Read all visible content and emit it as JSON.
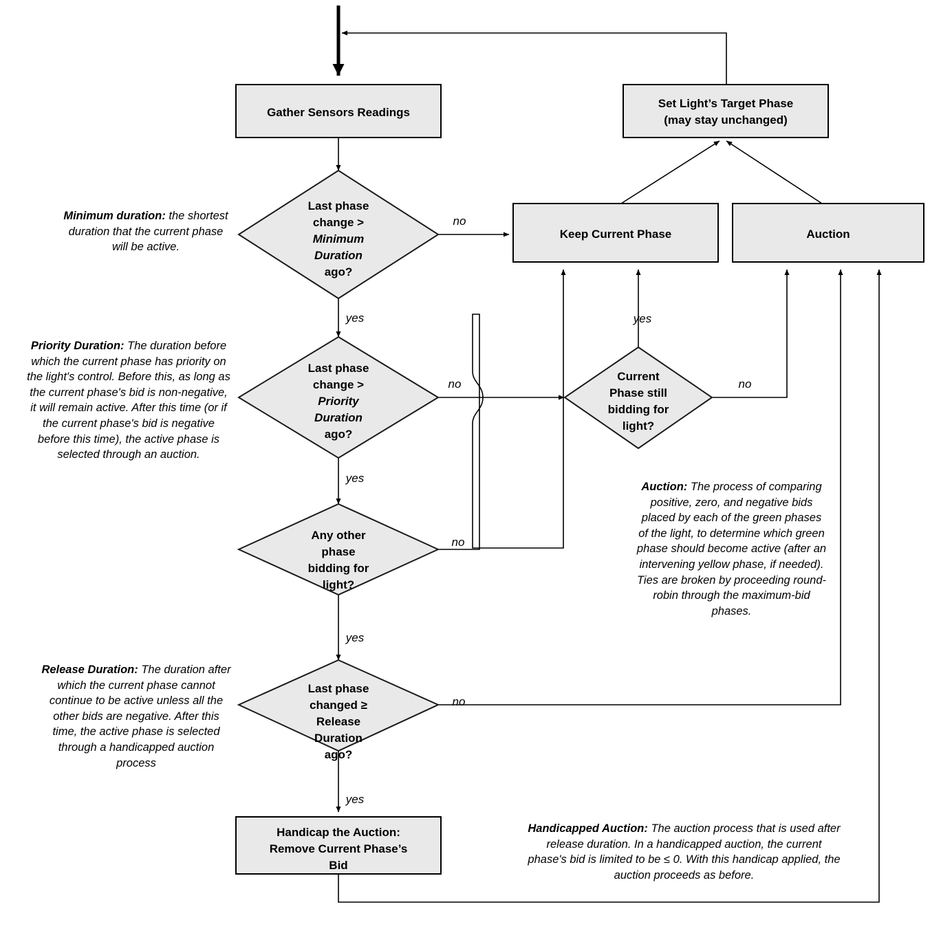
{
  "diagram": {
    "title": "Traffic light phase control flowchart",
    "colors": {
      "node_fill": "#e9e9e9",
      "stroke": "#000000",
      "background": "#ffffff"
    },
    "nodes": [
      {
        "id": "gather",
        "type": "process",
        "label": "Gather Sensors Readings"
      },
      {
        "id": "set_target",
        "type": "process",
        "line1": "Set Light’s Target Phase",
        "line2": "(may stay unchanged)"
      },
      {
        "id": "min_dur",
        "type": "decision",
        "l1": "Last phase",
        "l2": "change >",
        "l3": "Minimum",
        "l4": "Duration",
        "l5": "ago?"
      },
      {
        "id": "keep",
        "type": "process",
        "label": "Keep Current Phase"
      },
      {
        "id": "auction",
        "type": "process",
        "label": "Auction"
      },
      {
        "id": "prio_dur",
        "type": "decision",
        "l1": "Last phase",
        "l2": "change >",
        "l3": "Priority",
        "l4": "Duration",
        "l5": "ago?"
      },
      {
        "id": "cur_bid",
        "type": "decision",
        "l1": "Current",
        "l2": "Phase still",
        "l3": "bidding for",
        "l4": "light?"
      },
      {
        "id": "any_other",
        "type": "decision",
        "l1": "Any other",
        "l2": "phase",
        "l3": "bidding for",
        "l4": "light?"
      },
      {
        "id": "rel_dur",
        "type": "decision",
        "l1": "Last phase",
        "l2": "changed ≥",
        "l3": "Release",
        "l4": "Duration",
        "l5": "ago?"
      },
      {
        "id": "handicap",
        "type": "process",
        "l1": "Handicap the Auction:",
        "l2": "Remove Current Phase’s",
        "l3": "Bid"
      }
    ],
    "edge_labels": {
      "min_dur_no": "no",
      "min_dur_yes": "yes",
      "prio_dur_no": "no",
      "prio_dur_yes": "yes",
      "cur_bid_yes": "yes",
      "cur_bid_no": "no",
      "any_other_no": "no",
      "any_other_yes": "yes",
      "rel_dur_no": "no",
      "rel_dur_yes": "yes"
    },
    "notes": {
      "minimum_duration": {
        "term": "Minimum duration:",
        "body": " the shortest duration that the current phase will be active."
      },
      "priority_duration": {
        "term": "Priority Duration:",
        "body": " The duration before which the current phase has priority on the light's control. Before this, as long as the current phase's bid is non-negative, it will remain active. After this time (or if the current phase's bid is negative before this time), the active phase is selected through an auction."
      },
      "release_duration": {
        "term": "Release Duration:",
        "body": " The duration after which the current phase cannot continue to be active unless all the other bids are negative.  After this time, the active phase is selected through a handicapped auction process"
      },
      "auction": {
        "term": "Auction:",
        "body": " The process of comparing positive, zero, and negative bids placed by each of the green phases of the light, to determine which green phase should become active (after an intervening yellow phase, if needed).  Ties are broken by proceeding round-robin through the maximum-bid phases."
      },
      "handicapped_auction": {
        "term": "Handicapped Auction:",
        "body": " The auction process that is used after release duration.  In a handicapped auction, the current phase's bid is limited to be ≤ 0.  With this handicap applied, the auction proceeds as before."
      }
    }
  }
}
